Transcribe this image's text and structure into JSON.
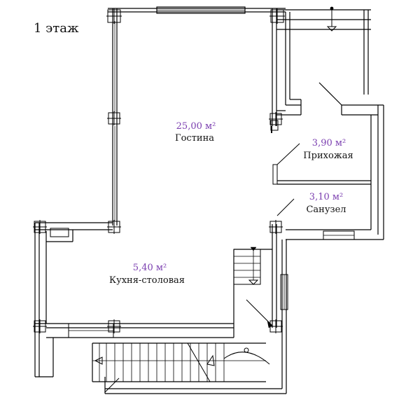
{
  "floor_title": "1 этаж",
  "colors": {
    "area": "#7b3fb0",
    "text": "#111111",
    "line": "#000000"
  },
  "rooms": [
    {
      "id": "living",
      "area": "25,00 м²",
      "name": "Гостина"
    },
    {
      "id": "hall",
      "area": "3,90 м²",
      "name": "Прихожая"
    },
    {
      "id": "bathroom",
      "area": "3,10 м²",
      "name": "Санузел"
    },
    {
      "id": "kitchen",
      "area": "5,40 м²",
      "name": "Кухня-столовая"
    }
  ]
}
